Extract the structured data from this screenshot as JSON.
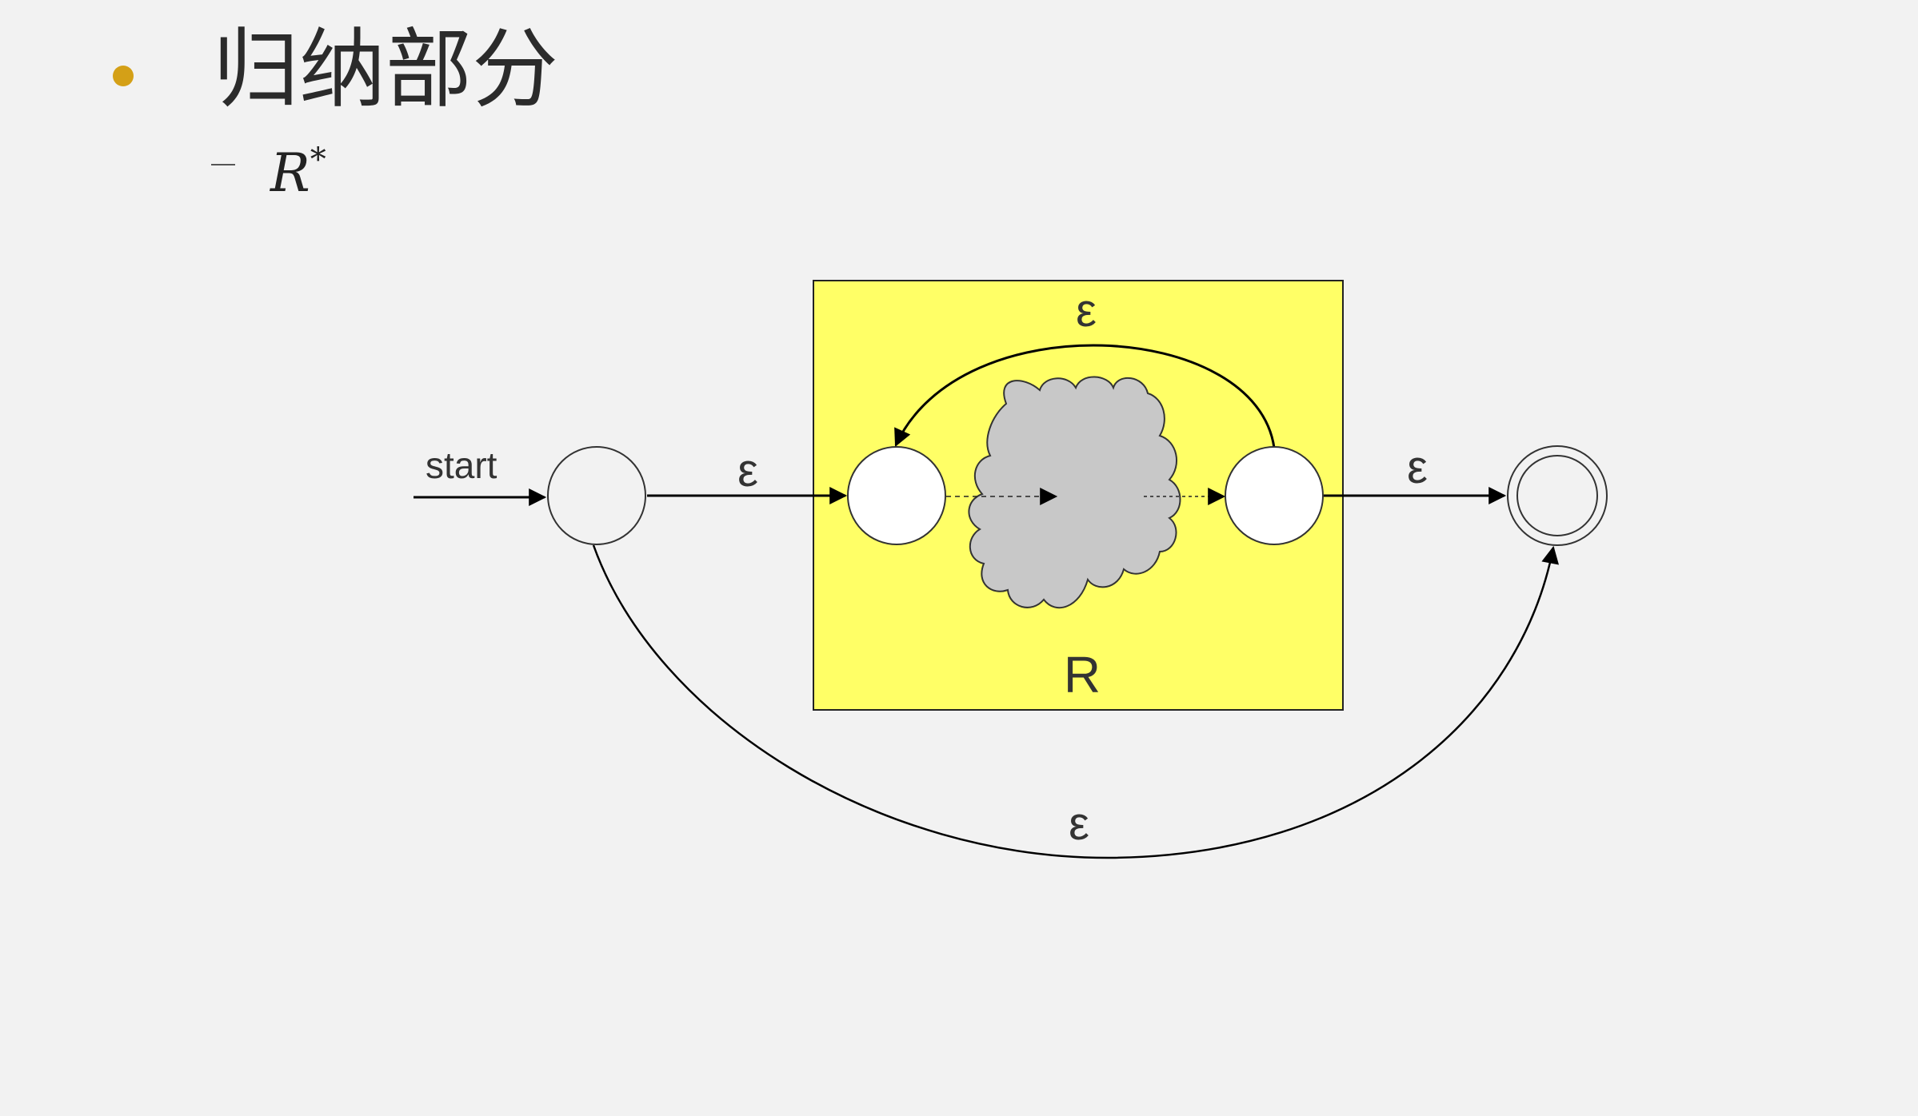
{
  "heading": {
    "title": "归纳部分",
    "bullet_color": "#d4a017"
  },
  "subitem": {
    "dash": "–",
    "expression": "R",
    "superscript": "*"
  },
  "diagram": {
    "start_label": "start",
    "epsilon": "ε",
    "box_label": "R",
    "box_color": "#ffff66",
    "cloud_color": "#c8c8c8"
  }
}
